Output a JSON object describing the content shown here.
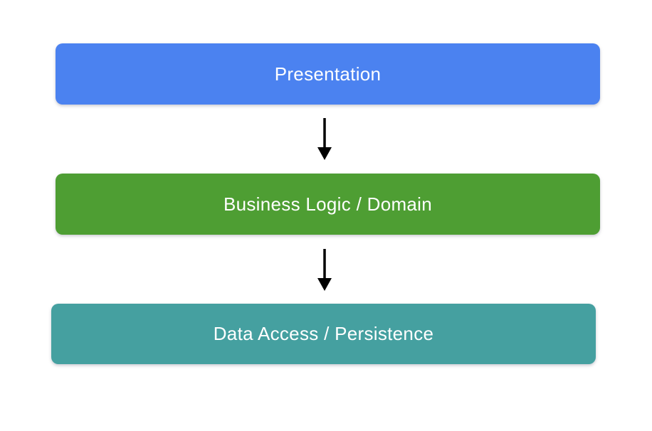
{
  "diagram": {
    "background_color": "#ffffff",
    "arrow_color": "#000000",
    "layers": [
      {
        "id": "presentation",
        "label": "Presentation",
        "color": "#4b82f0",
        "text_color": "#ffffff"
      },
      {
        "id": "business-logic",
        "label": "Business Logic / Domain",
        "color": "#4e9e33",
        "text_color": "#ffffff"
      },
      {
        "id": "data-access",
        "label": "Data Access / Persistence",
        "color": "#45a0a0",
        "text_color": "#ffffff"
      }
    ],
    "connections": [
      {
        "from": "presentation",
        "to": "business-logic",
        "direction": "down"
      },
      {
        "from": "business-logic",
        "to": "data-access",
        "direction": "down"
      }
    ]
  }
}
